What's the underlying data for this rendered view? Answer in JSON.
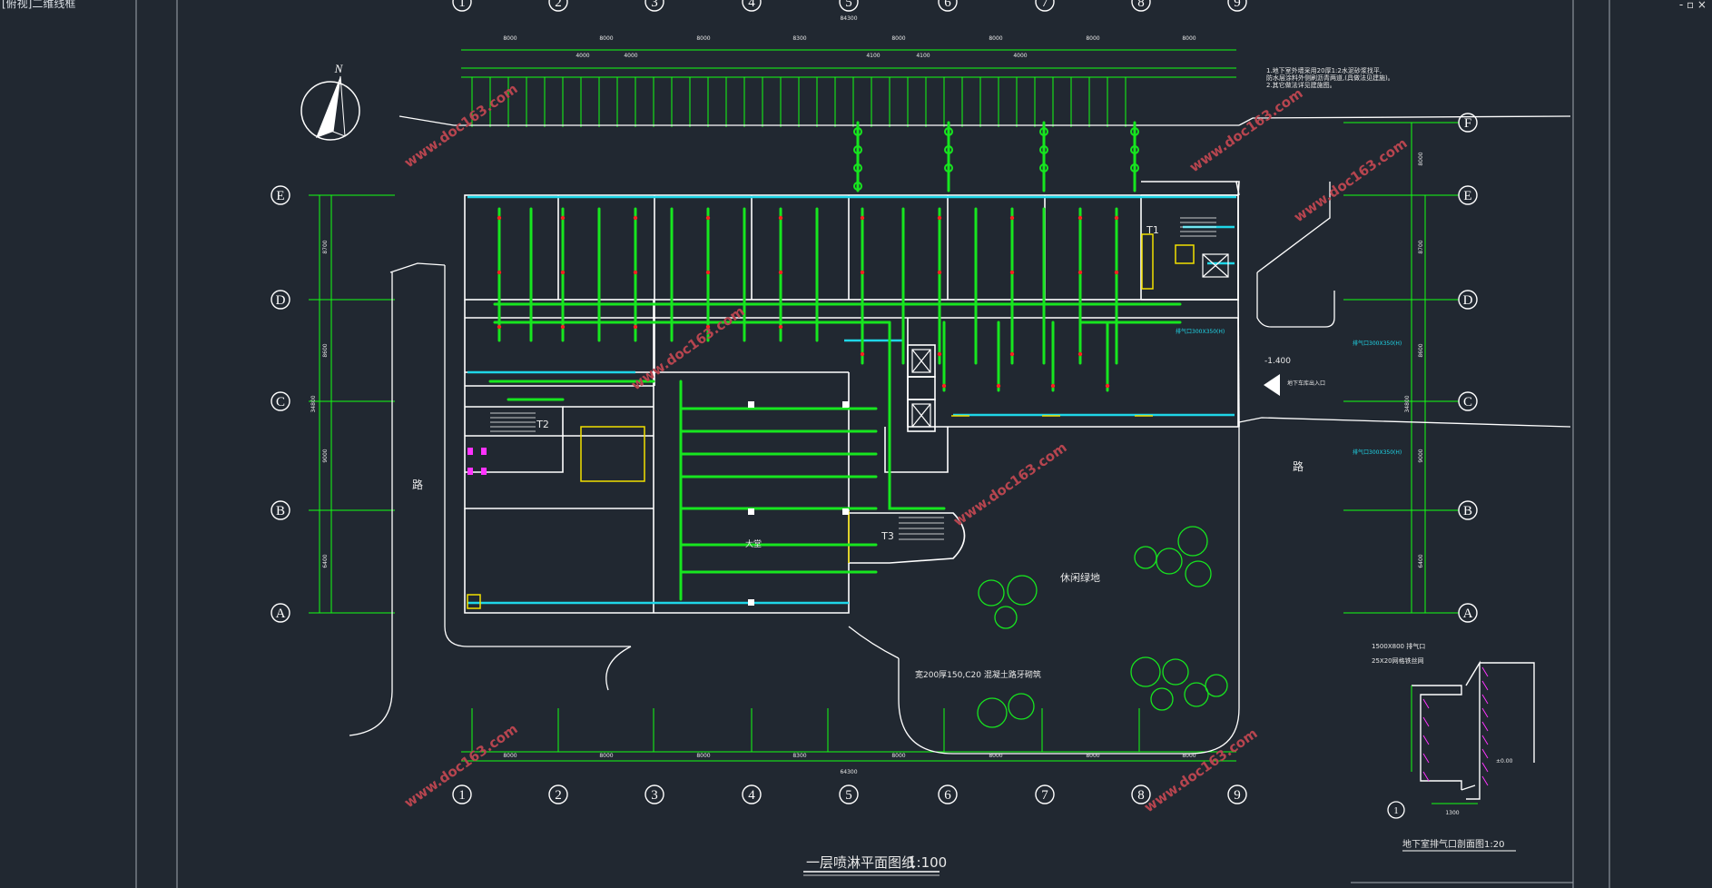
{
  "viewport": {
    "label": "[俯视]二维线框",
    "controls": "- ▫ ×"
  },
  "colors": {
    "background": "#212831",
    "wall": "#ffffff",
    "sprinkler": "#17e61f",
    "dimension": "#12ff12",
    "cyan": "#1fd6e8",
    "yellow": "#f2e000",
    "magenta": "#ff33ff",
    "red": "#ff2222",
    "watermark": "#b7454f",
    "annotation": "#e8e8e8"
  },
  "compass": {
    "label": "N"
  },
  "grid_columns": [
    "1",
    "2",
    "3",
    "4",
    "5",
    "6",
    "7",
    "8",
    "9"
  ],
  "grid_rows": [
    "E",
    "D",
    "C",
    "B",
    "A"
  ],
  "top_right_axis": "F",
  "dimensions": {
    "top_total": "84300",
    "top_spans": [
      "8000",
      "8000",
      "8000",
      "8300",
      "8000",
      "8000",
      "8000",
      "8000"
    ],
    "top_sub": [
      "4000",
      "4000",
      "4100",
      "4100",
      "4000"
    ],
    "bottom_total": "64300",
    "bottom_spans": [
      "8000",
      "8000",
      "8000",
      "8300",
      "8000",
      "8000",
      "8000",
      "8000"
    ],
    "left_total": "34800",
    "left_spans": [
      "8700",
      "8600",
      "9000",
      "6400"
    ],
    "right_total": "34800",
    "right_spans": [
      "8000",
      "8700",
      "8600",
      "9000",
      "6400"
    ]
  },
  "rooms": [
    "休闲绿地",
    "大堂",
    "T1",
    "T2",
    "T3",
    "路",
    "路"
  ],
  "notes": [
    "1.地下室外墙采用20厚1:2水泥砂浆找平,",
    "  防水层涂料外侧刷沥青两道,(具做法见建施)。",
    "2.其它做法详见建施图。"
  ],
  "labels": {
    "level_entry": "-1.400",
    "entry_note": "地下车库出入口",
    "ramp_note": "宽200厚150,C20 混凝土路牙砌筑",
    "section_title": "地下室排气口剖面图",
    "section_scale": "1:20",
    "section_dim": "1500X800 排气口",
    "section_note": "25X20网格铁丝网",
    "section_callout": "1",
    "section_level": "±0.00",
    "dim_1300": "1300",
    "exhaust_note_1": "排气口300X350(H)",
    "exhaust_note_2": "排气口300X350(H)",
    "exhaust_note_3": "排气口300X350(H)"
  },
  "title": {
    "main": "一层喷淋平面图纸",
    "scale": "1:100"
  },
  "watermarks": [
    "www.doc163.com",
    "www.doc163.com",
    "www.doc163.com",
    "www.doc163.com",
    "www.doc163.com",
    "www.doc163.com",
    "www.doc163.com"
  ]
}
